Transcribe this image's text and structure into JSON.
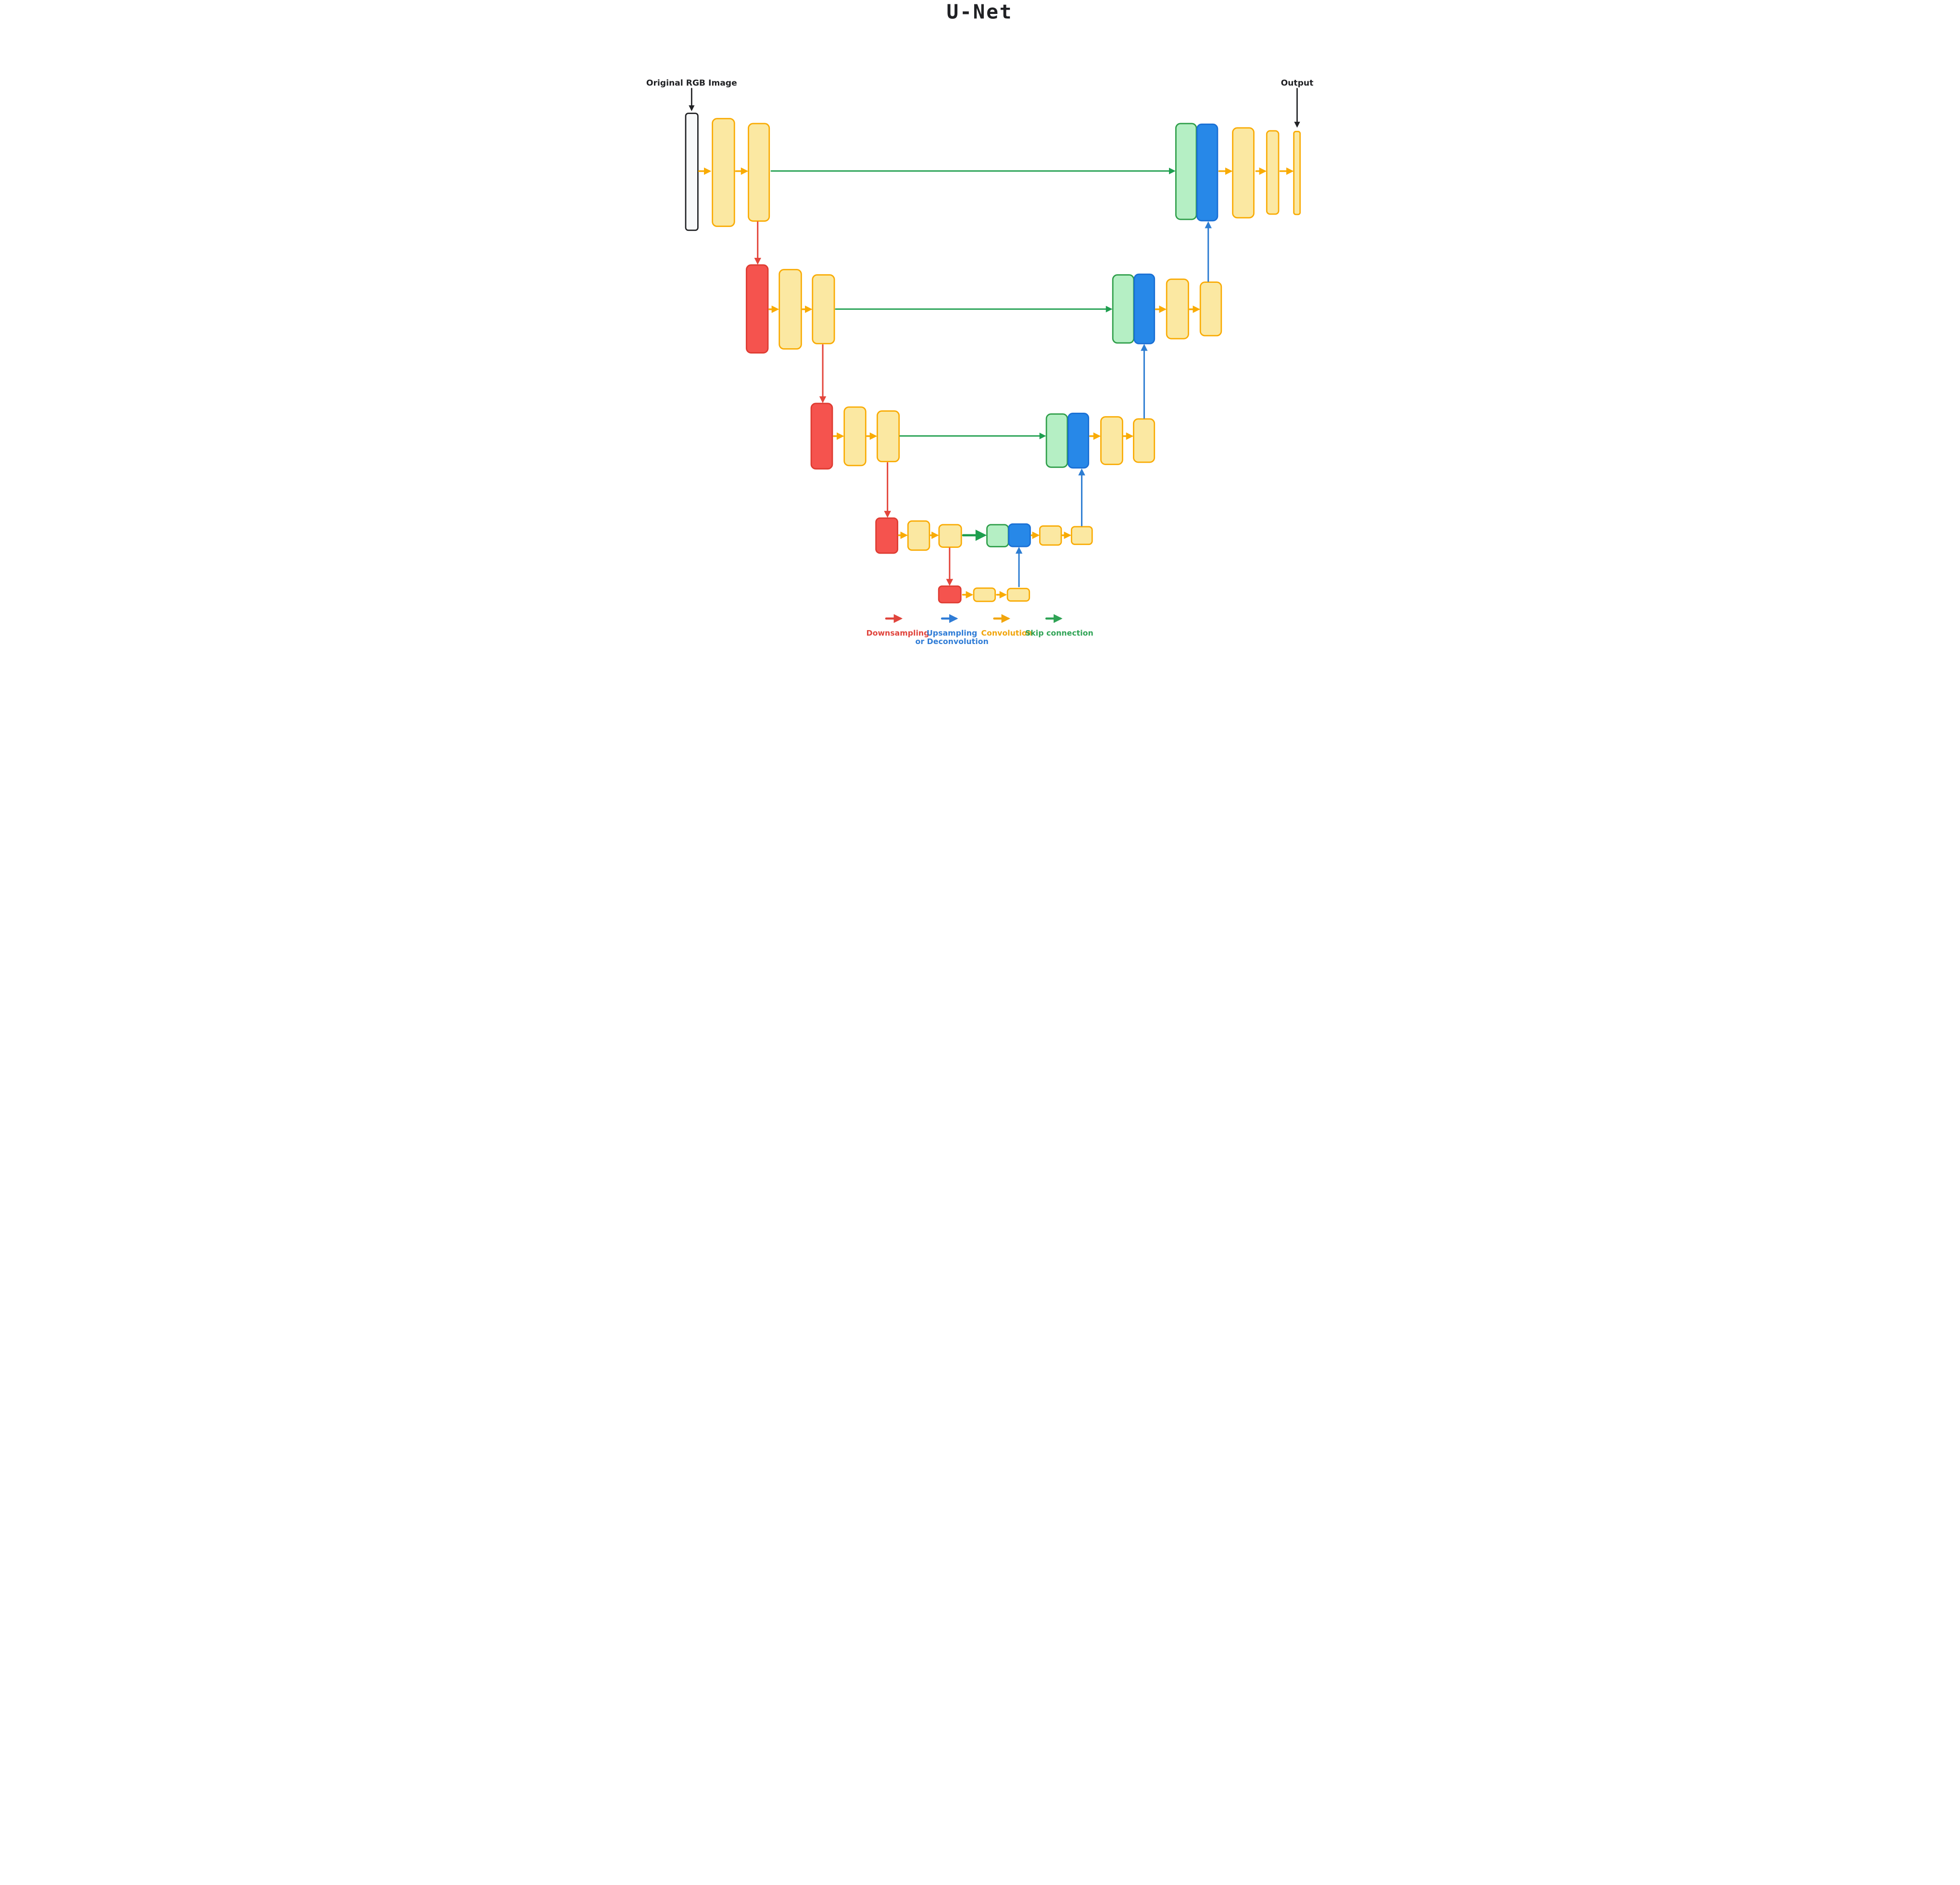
{
  "title": "U-Net",
  "annotations": {
    "input_label": "Original RGB Image",
    "output_label": "Output"
  },
  "legend": {
    "items": [
      {
        "id": "downsampling",
        "label": "Downsampling",
        "color": "#E0443C"
      },
      {
        "id": "upsampling",
        "label": "Upsampling",
        "label_line2": "or Deconvolution",
        "color": "#2F7CD6"
      },
      {
        "id": "convolution",
        "label": "Convolution",
        "color": "#F1A50C"
      },
      {
        "id": "skip",
        "label": "Skip connection",
        "color": "#2FA355"
      }
    ]
  },
  "colors": {
    "conv_block_fill": "#FBE8A2",
    "conv_block_border": "#F9AB04",
    "downsample_block_fill": "#F5534E",
    "downsample_block_border": "#DE3B31",
    "skip_concat_block_fill": "#B5EFC4",
    "skip_concat_block_border": "#2E9E49",
    "upsample_block_fill": "#2788E8",
    "upsample_block_border": "#1A6FD4",
    "input_block_fill": "#F8F9FA",
    "input_block_border": "#202124",
    "arrow_downsampling": "#E3453B",
    "arrow_upsampling": "#2D7DD2",
    "arrow_convolution": "#F9AB04",
    "arrow_skip_connection": "#1E9E4E",
    "arrow_annotation": "#202124",
    "background": "#FFFFFF"
  },
  "architecture": {
    "levels": [
      {
        "level": 1,
        "encoder_blocks": [
          "original-rgb-image",
          "conv",
          "conv"
        ],
        "decoder_blocks": [
          "skip-concat",
          "upsample",
          "conv",
          "conv",
          "output"
        ]
      },
      {
        "level": 2,
        "encoder_blocks": [
          "downsample",
          "conv",
          "conv"
        ],
        "decoder_blocks": [
          "skip-concat",
          "upsample",
          "conv",
          "conv"
        ]
      },
      {
        "level": 3,
        "encoder_blocks": [
          "downsample",
          "conv",
          "conv"
        ],
        "decoder_blocks": [
          "skip-concat",
          "upsample",
          "conv",
          "conv"
        ]
      },
      {
        "level": 4,
        "encoder_blocks": [
          "downsample",
          "conv",
          "conv"
        ],
        "decoder_blocks": [
          "skip-concat",
          "upsample",
          "conv",
          "conv"
        ]
      },
      {
        "level": 5,
        "bottleneck_blocks": [
          "downsample",
          "conv",
          "conv"
        ]
      }
    ]
  }
}
